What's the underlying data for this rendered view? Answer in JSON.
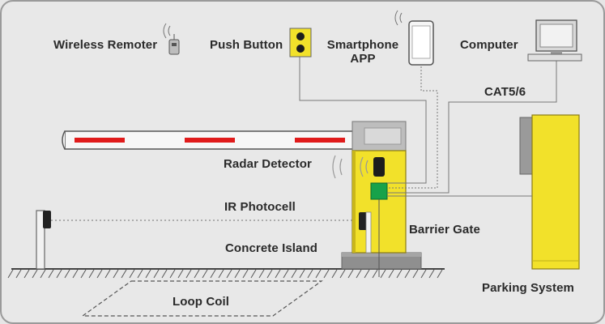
{
  "labels": {
    "wireless_remoter": "Wireless Remoter",
    "push_button": "Push Button",
    "smartphone_app_line1": "Smartphone",
    "smartphone_app_line2": "APP",
    "computer": "Computer",
    "cat": "CAT5/6",
    "radar_detector": "Radar Detector",
    "ir_photocell": "IR Photocell",
    "barrier_gate": "Barrier Gate",
    "concrete_island": "Concrete Island",
    "loop_coil": "Loop Coil",
    "parking_system": "Parking System"
  },
  "colors": {
    "background": "#e8e8e8",
    "cabinet_yellow": "#f2e12a",
    "boom_stripe_red": "#e01b1b",
    "controller_green": "#17a24a",
    "line_gray": "#7a7a7a"
  }
}
